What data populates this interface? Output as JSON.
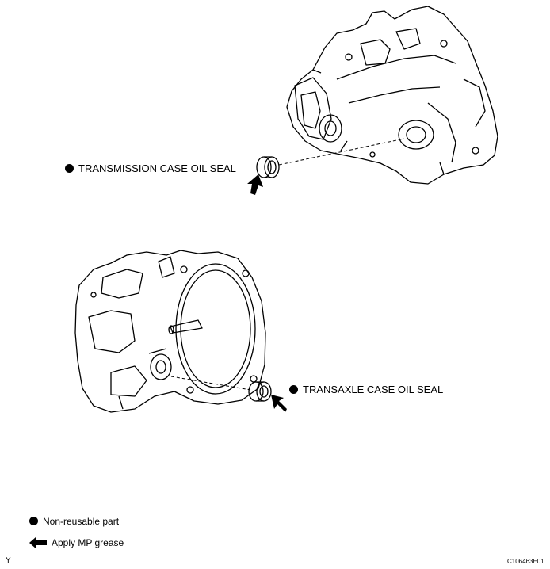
{
  "callouts": {
    "upper_seal": "TRANSMISSION CASE OIL SEAL",
    "lower_seal": "TRANSAXLE CASE OIL SEAL"
  },
  "legend": {
    "non_reusable": "Non-reusable part",
    "grease": "Apply MP grease"
  },
  "figure_code": "C106463E01",
  "corner_mark": "Y"
}
